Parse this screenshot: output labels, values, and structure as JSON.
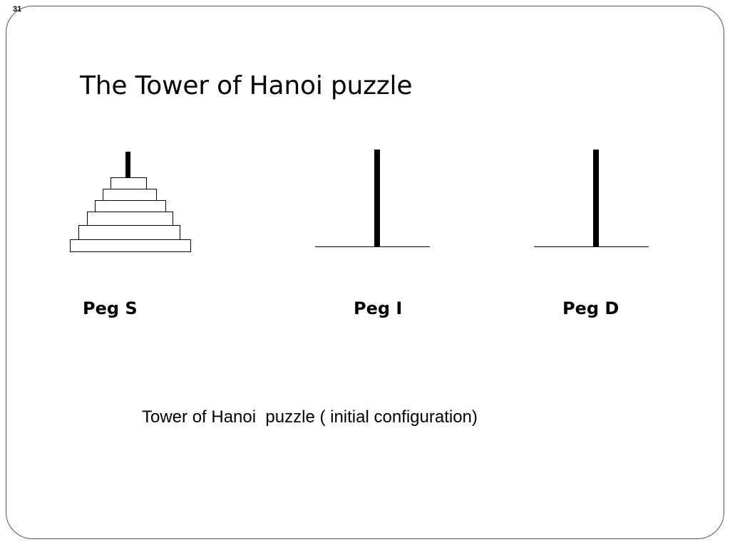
{
  "slide_number": "31",
  "title": "The Tower of Hanoi puzzle",
  "pegs": [
    {
      "label": "Peg S",
      "disks": 6
    },
    {
      "label": "Peg I",
      "disks": 0
    },
    {
      "label": "Peg D",
      "disks": 0
    }
  ],
  "caption": "Tower of Hanoi  puzzle ( initial configuration)"
}
